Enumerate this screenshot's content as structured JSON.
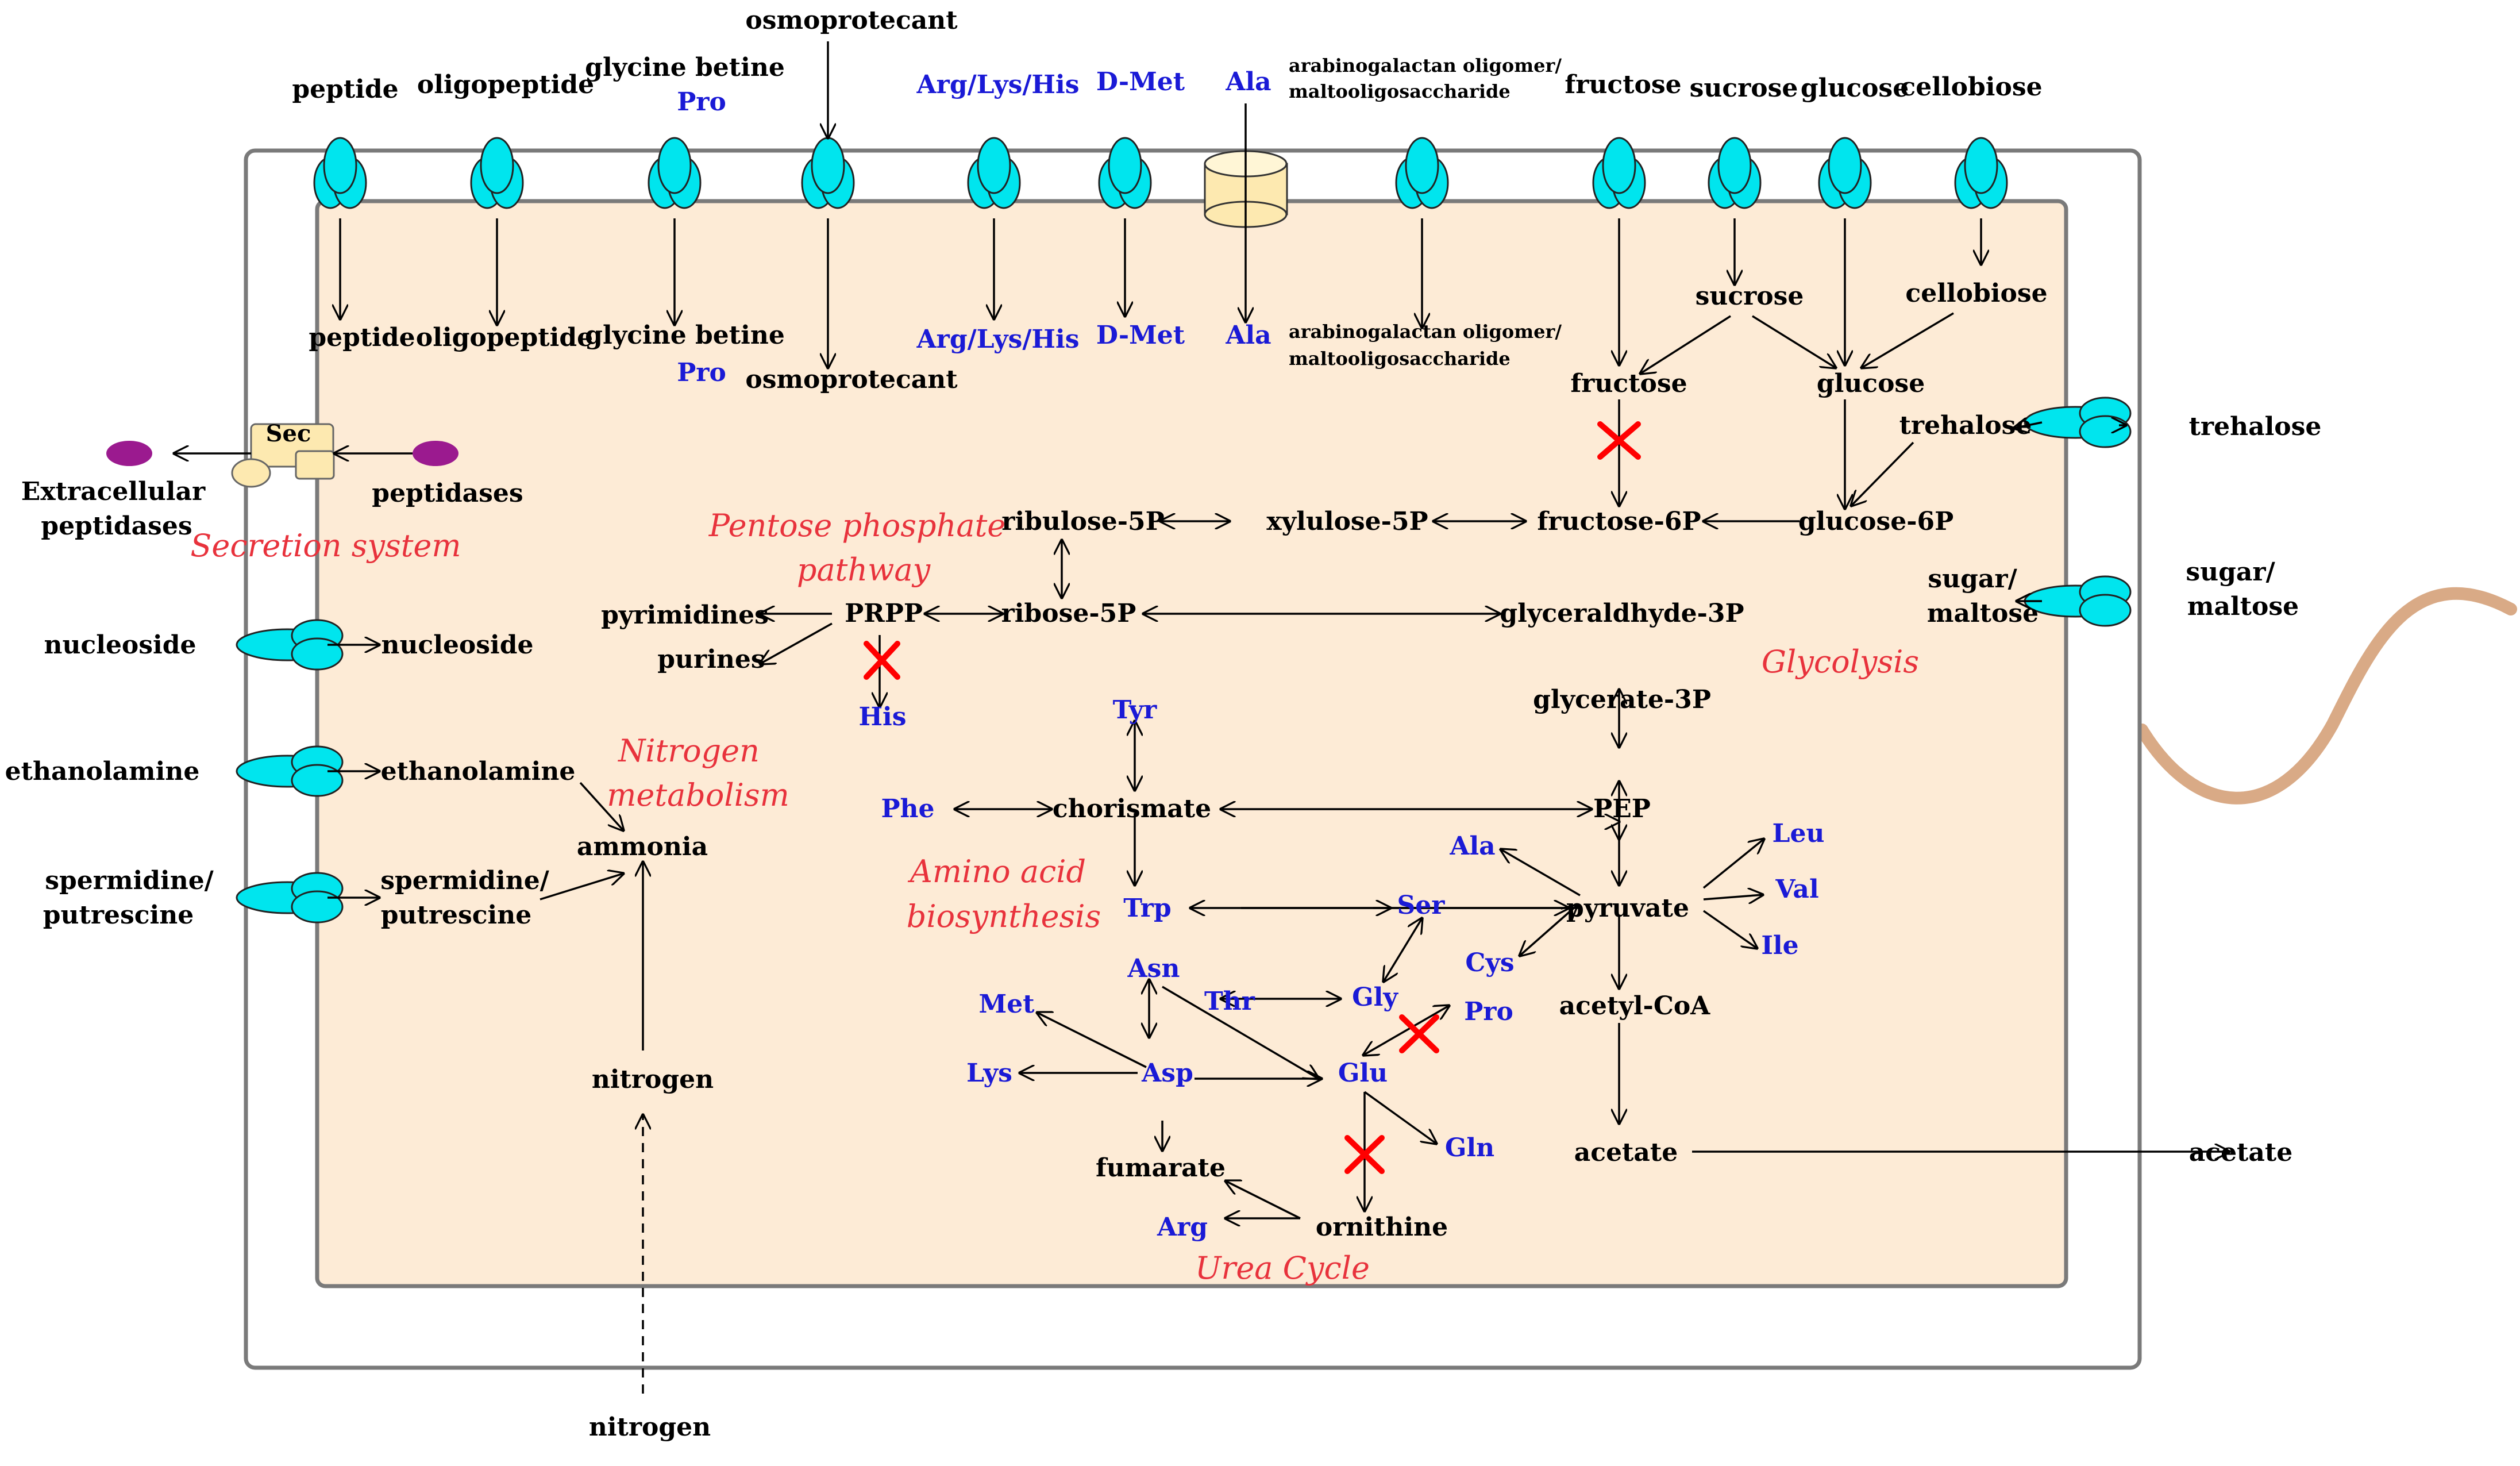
{
  "colors": {
    "transporter": "#00e5ee",
    "cytoplasm": "#fdebd6",
    "membrane": "#7a7a7a",
    "enzyme_dot": "#9b1a8f",
    "sec_box": "#fde9b0",
    "text_black": "#000000",
    "text_blue": "#1a1ad6",
    "pathway_red": "#e8323c",
    "block_x": "#ff0000",
    "flagellum": "#d9aa86"
  },
  "top": {
    "peptide": "peptide",
    "oligopeptide": "oligopeptide",
    "glycine_betine": "glycine betine",
    "pro": "Pro",
    "osmoprotecant": "osmoprotecant",
    "arg_lys_his": "Arg/Lys/His",
    "d_met": "D-Met",
    "ala": "Ala",
    "arabino_1": "arabinogalactan oligomer/",
    "arabino_2": "maltooligosaccharide",
    "fructose": "fructose",
    "sucrose": "sucrose",
    "glucose": "glucose",
    "cellobiose": "cellobiose"
  },
  "inside": {
    "peptide": "peptide",
    "oligopeptide": "oligopeptide",
    "glycine_betine": "glycine betine",
    "pro": "Pro",
    "osmoprotecant": "osmoprotecant",
    "arg_lys_his": "Arg/Lys/His",
    "d_met": "D-Met",
    "ala": "Ala",
    "arabino_1": "arabinogalactan oligomer/",
    "arabino_2": "maltooligosaccharide",
    "sucrose": "sucrose",
    "cellobiose": "cellobiose",
    "fructose": "fructose",
    "glucose": "glucose",
    "trehalose": "trehalose",
    "sugar": "sugar/",
    "maltose": "maltose",
    "nucleoside": "nucleoside",
    "ethanolamine": "ethanolamine",
    "spermidine": "spermidine/",
    "putrescine": "putrescine",
    "ammonia": "ammonia",
    "nitrogen": "nitrogen"
  },
  "outside": {
    "trehalose": "trehalose",
    "sugar": "sugar/",
    "maltose": "maltose",
    "nucleoside": "nucleoside",
    "ethanolamine": "ethanolamine",
    "spermidine": "spermidine/",
    "putrescine": "putrescine",
    "nitrogen": "nitrogen",
    "acetate": "acetate",
    "extracellular_1": "Extracellular",
    "extracellular_2": "peptidases",
    "peptidases": "peptidases",
    "sec": "Sec"
  },
  "metabolites": {
    "fructose_6p": "fructose-6P",
    "glucose_6p": "glucose-6P",
    "ribulose_5p": "ribulose-5P",
    "xylulose_5p": "xylulose-5P",
    "prpp": "PRPP",
    "ribose_5p": "ribose-5P",
    "pyrimidines": "pyrimidines",
    "purines": "purines",
    "his": "His",
    "glyceraldhyde_3p": "glyceraldhyde-3P",
    "glycerate_3p": "glycerate-3P",
    "pep": "PEP",
    "chorismate": "chorismate",
    "tyr": "Tyr",
    "phe": "Phe",
    "trp": "Trp",
    "pyruvate": "pyruvate",
    "ala": "Ala",
    "leu": "Leu",
    "val": "Val",
    "ile": "Ile",
    "ser": "Ser",
    "cys": "Cys",
    "gly": "Gly",
    "thr": "Thr",
    "asn": "Asn",
    "met": "Met",
    "lys": "Lys",
    "asp": "Asp",
    "glu": "Glu",
    "pro": "Pro",
    "gln": "Gln",
    "fumarate": "fumarate",
    "arg": "Arg",
    "ornithine": "ornithine",
    "acetyl_coa": "acetyl-CoA",
    "acetate": "acetate"
  },
  "pathways": {
    "secretion": "Secretion system",
    "pentose_1": "Pentose phosphate",
    "pentose_2": "pathway",
    "glycolysis": "Glycolysis",
    "nitrogen_1": "Nitrogen",
    "nitrogen_2": "metabolism",
    "amino_1": "Amino acid",
    "amino_2": "biosynthesis",
    "urea": "Urea Cycle"
  }
}
